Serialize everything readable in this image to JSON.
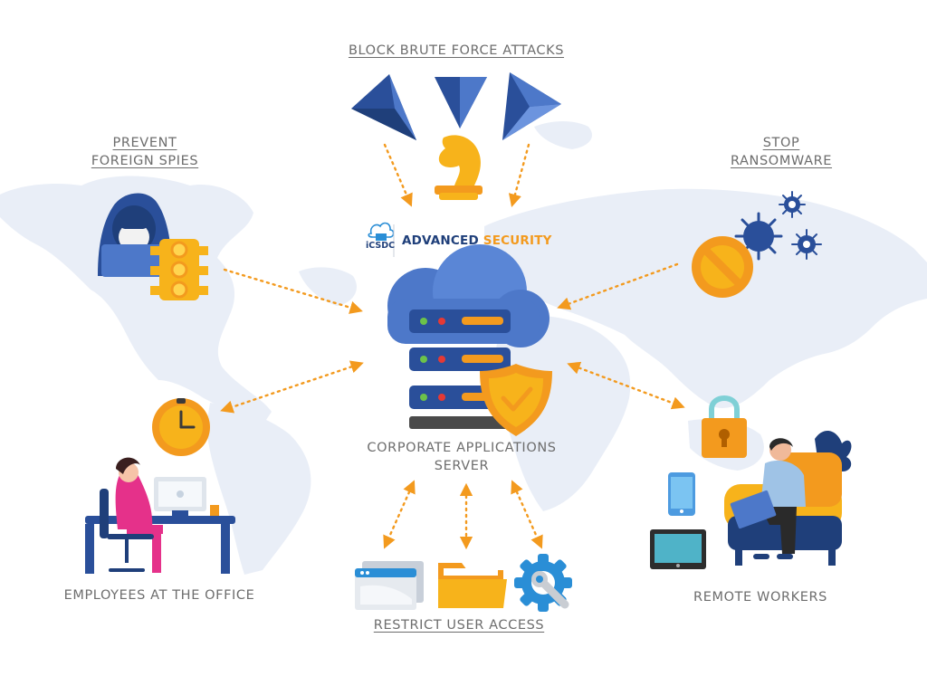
{
  "labels": {
    "brute_force": "BLOCK BRUTE FORCE ATTACKS",
    "spies_line1": "PREVENT",
    "spies_line2": "FOREIGN SPIES",
    "ransomware_line1": "STOP",
    "ransomware_line2": "RANSOMWARE",
    "server_line1": "CORPORATE APPLICATIONS",
    "server_line2": "SERVER",
    "office": "EMPLOYEES AT THE OFFICE",
    "remote": "REMOTE WORKERS",
    "access": "RESTRICT USER ACCESS"
  },
  "logo": {
    "mark": "iCSDC",
    "word1": "ADVANCED",
    "word2": "SECURITY"
  },
  "icons": [
    "paper-plane-icon",
    "chess-knight-icon",
    "hacker-icon",
    "traffic-light-icon",
    "virus-icon",
    "prohibited-icon",
    "cloud-server-icon",
    "shield-check-icon",
    "clock-icon",
    "office-worker-icon",
    "padlock-icon",
    "smartphone-icon",
    "tablet-icon",
    "remote-worker-icon",
    "browser-window-icon",
    "folder-icon",
    "gear-wrench-icon"
  ],
  "colors": {
    "arrow": "#f39a1e",
    "navy": "#1f3f7a",
    "blue": "#4d78c9",
    "gold": "#f7b31b",
    "map": "#e9eef7",
    "label": "#6d6d6d"
  }
}
